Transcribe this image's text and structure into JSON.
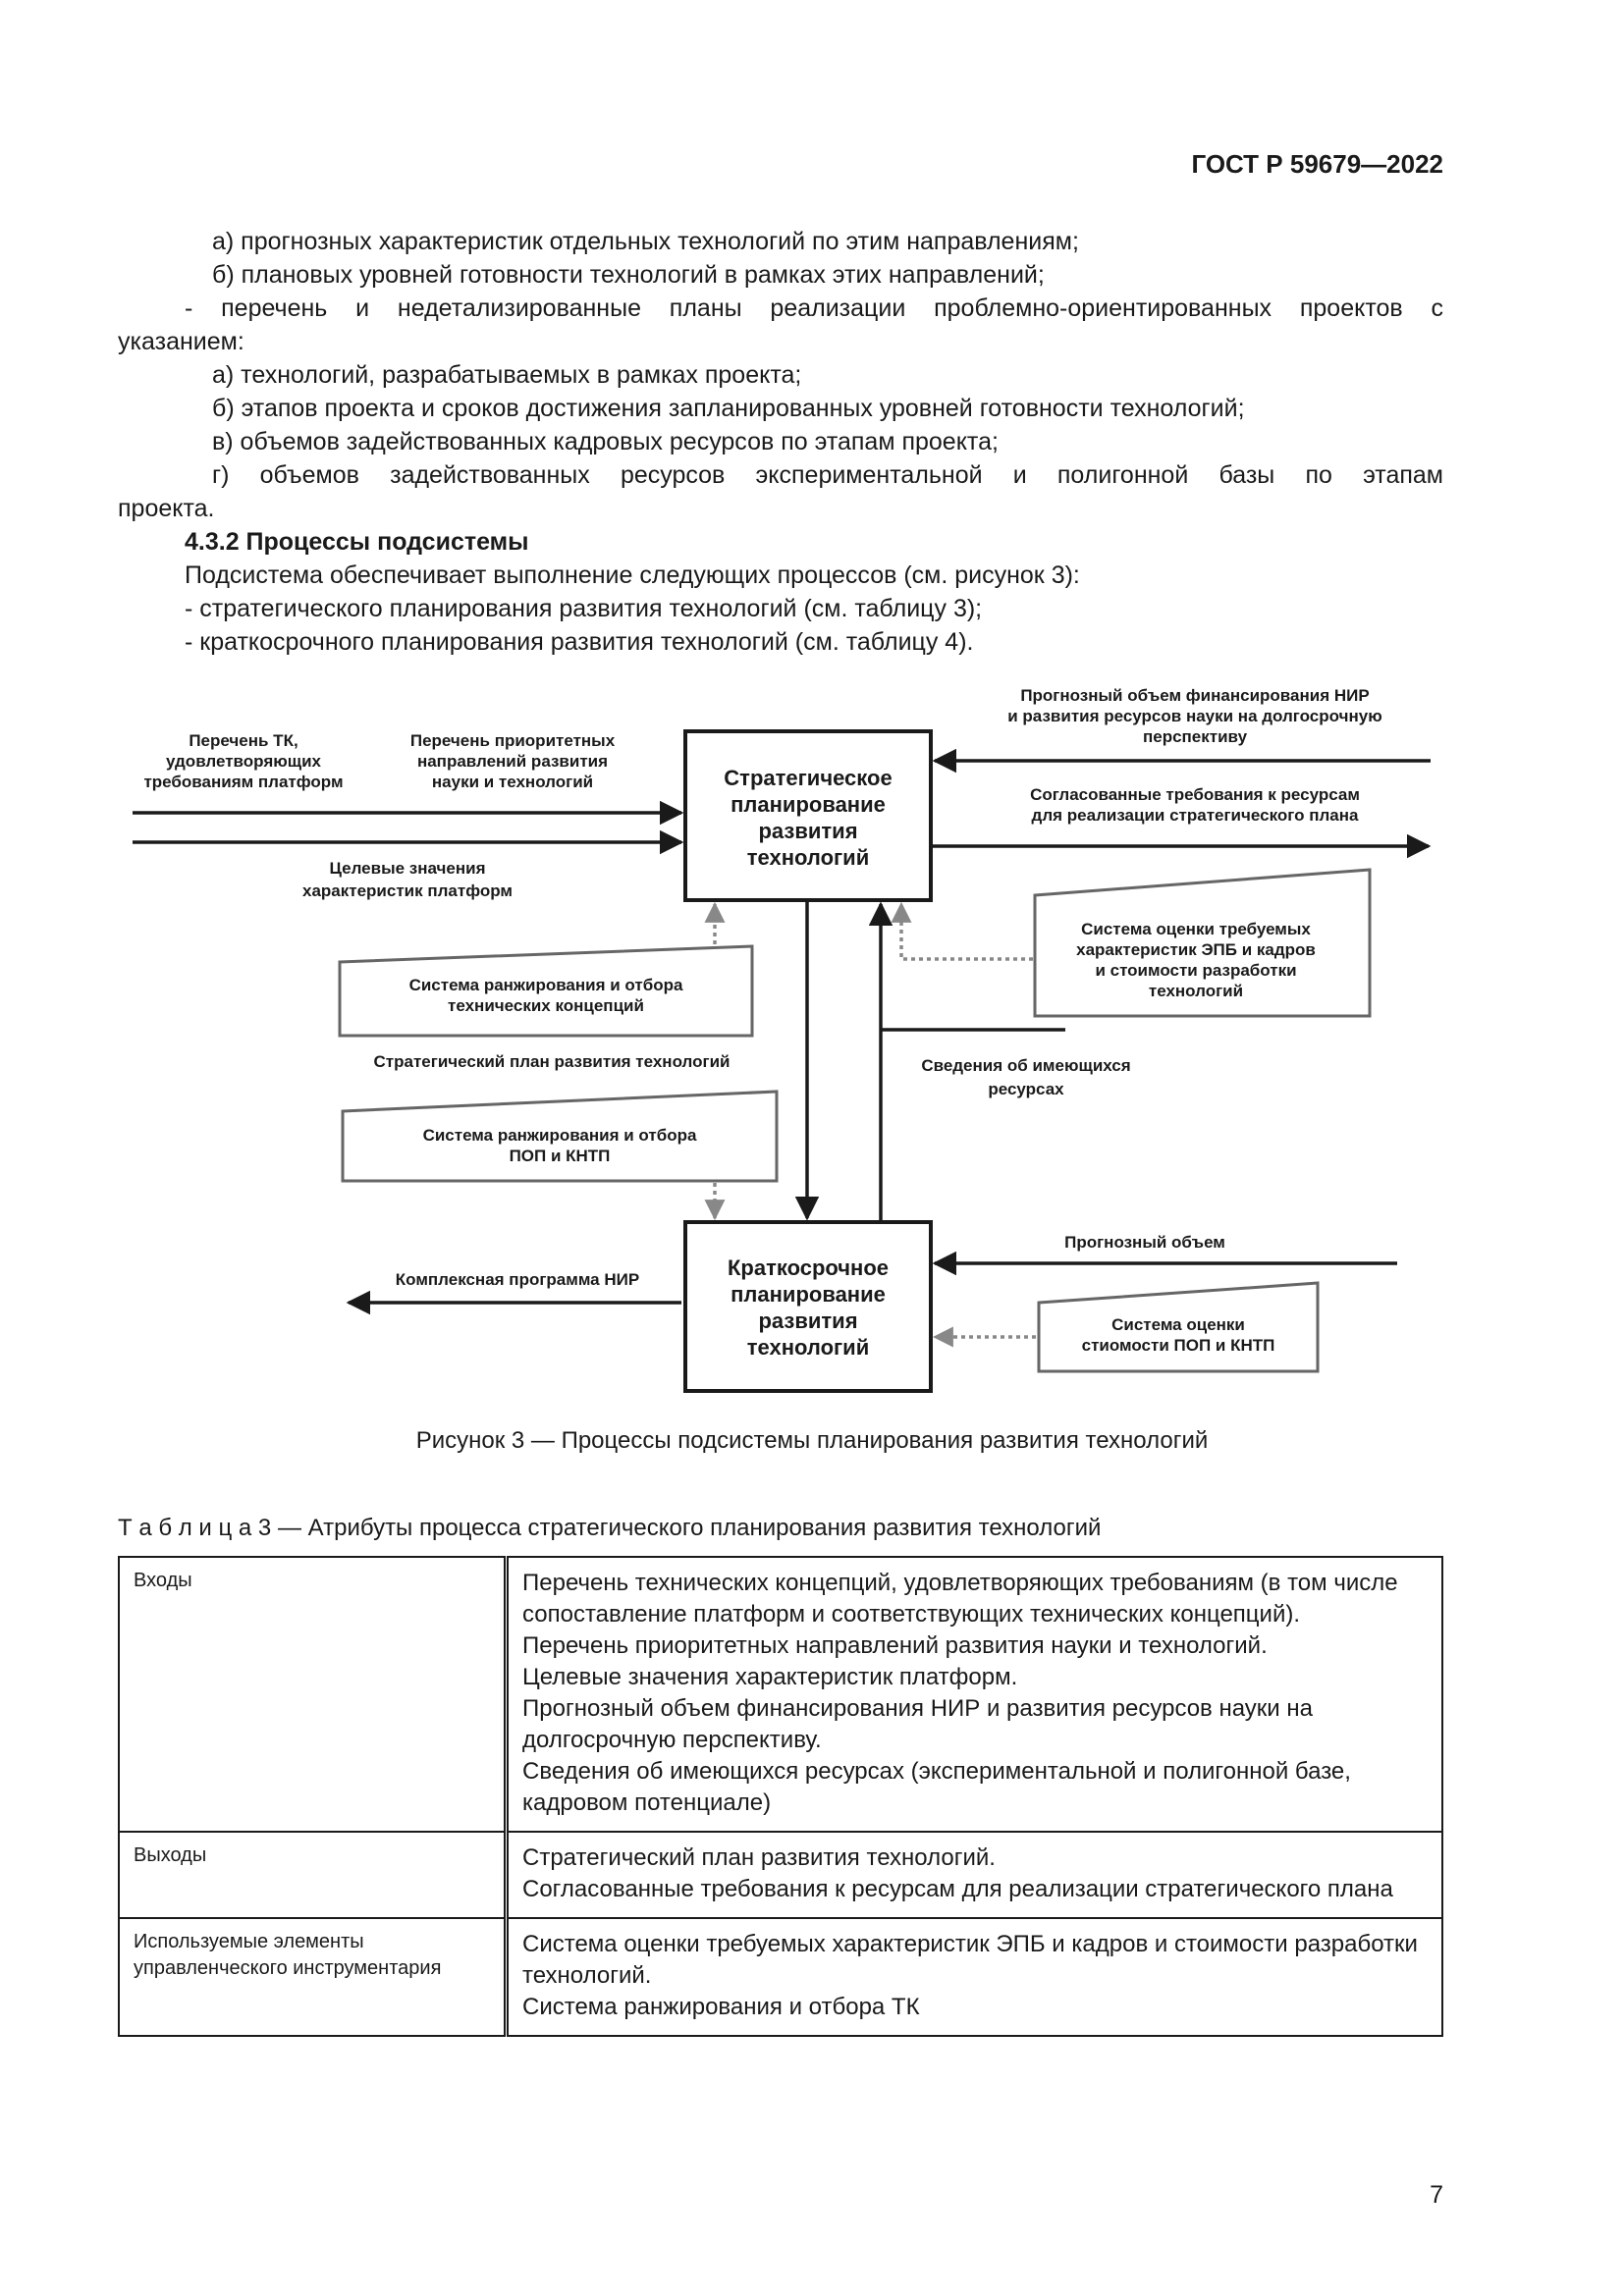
{
  "header": {
    "standard": "ГОСТ Р 59679—2022"
  },
  "body_text": {
    "l1": "а) прогнозных характеристик отдельных технологий по этим направлениям;",
    "l2": "б) плановых уровней готовности технологий в рамках этих направлений;",
    "l3": "- перечень и недетализированные планы реализации проблемно-ориентированных проектов с",
    "l4": "указанием:",
    "l5": "а) технологий, разрабатываемых в рамках проекта;",
    "l6": "б) этапов проекта и сроков достижения запланированных уровней готовности технологий;",
    "l7": "в) объемов задействованных кадровых ресурсов по этапам проекта;",
    "l8": "г) объемов задействованных ресурсов экспериментальной и полигонной базы по этапам",
    "l9": "проекта.",
    "section_heading": "4.3.2 Процессы подсистемы",
    "l10": "Подсистема обеспечивает выполнение следующих процессов (см. рисунок 3):",
    "l11": "- стратегического планирования развития технологий (см. таблицу 3);",
    "l12": "- краткосрочного планирования развития технологий (см. таблицу 4)."
  },
  "diagram": {
    "box_strategic": [
      "Стратегическое",
      "планирование",
      "развития",
      "технологий"
    ],
    "box_short": [
      "Краткосрочное",
      "планирование",
      "развития",
      "технологий"
    ],
    "in_tk": [
      "Перечень ТК,",
      "удовлетворяющих",
      "требованиям платформ"
    ],
    "in_priority": [
      "Перечень приоритетных",
      "направлений развития",
      "науки и технологий"
    ],
    "in_target": [
      "Целевые значения",
      "характеристик платформ"
    ],
    "in_forecast_funding": [
      "Прогнозный объем финансирования НИР",
      "и развития ресурсов науки на долгосрочную",
      "перспективу"
    ],
    "out_requirements": [
      "Согласованные требования к ресурсам",
      "для реализации стратегического плана"
    ],
    "sys_ranking_tc": [
      "Система ранжирования и отбора",
      "технических концепций"
    ],
    "sys_eval_epb": [
      "Система оценки требуемых",
      "характеристик ЭПБ и кадров",
      "и стоимости разработки",
      "технологий"
    ],
    "strategic_plan": "Стратегический план развития технологий",
    "available_resources": [
      "Сведения об имеющихся",
      "ресурсах"
    ],
    "sys_ranking_pop": [
      "Система ранжирования и отбора",
      "ПОП и КНТП"
    ],
    "forecast_volume": "Прогнозный объем",
    "complex_program": "Комплексная программа НИР",
    "sys_eval_cost": [
      "Система оценки",
      "стиомости ПОП и КНТП"
    ]
  },
  "figure_caption": "Рисунок 3 — Процессы подсистемы планирования развития технологий",
  "table_caption": "Т а б л и ц а   3 — Атрибуты процесса стратегического планирования развития технологий",
  "table": {
    "rows": [
      {
        "attr": "Входы",
        "values": [
          "Перечень технических концепций, удовлетворяющих требованиям (в том числе сопоставление платформ и соответствующих технических концепций).",
          "Перечень приоритетных направлений развития науки и технологий.",
          "Целевые значения характеристик платформ.",
          "Прогнозный объем финансирования НИР и развития ресурсов науки на долгосрочную перспективу.",
          "Сведения об имеющихся ресурсах (экспериментальной и полигонной базе, кадровом потенциале)"
        ]
      },
      {
        "attr": "Выходы",
        "values": [
          "Стратегический план развития технологий.",
          "Согласованные требования к ресурсам для реализации стратегического плана"
        ]
      },
      {
        "attr": "Используемые элементы управленческого инструментария",
        "values": [
          "Система оценки требуемых характеристик ЭПБ и кадров и стоимости разработки технологий.",
          "Система ранжирования и отбора ТК"
        ]
      }
    ]
  },
  "page_number": "7"
}
